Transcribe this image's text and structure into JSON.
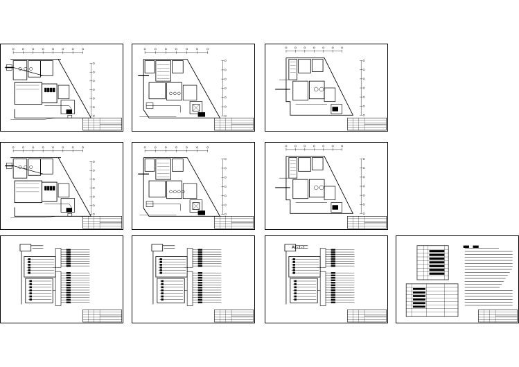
{
  "sheets": [
    {
      "id": "plan-1",
      "kind": "floor-plan",
      "label": ""
    },
    {
      "id": "plan-2",
      "kind": "floor-plan",
      "label": ""
    },
    {
      "id": "plan-3",
      "kind": "floor-plan",
      "label": ""
    },
    {
      "id": "plan-4",
      "kind": "floor-plan",
      "label": ""
    },
    {
      "id": "plan-5",
      "kind": "floor-plan",
      "label": ""
    },
    {
      "id": "plan-6",
      "kind": "floor-plan",
      "label": ""
    },
    {
      "id": "schematic-1",
      "kind": "schematic",
      "label": ""
    },
    {
      "id": "schematic-2",
      "kind": "schematic",
      "label": ""
    },
    {
      "id": "schematic-3",
      "kind": "schematic",
      "label": "AL-1-1"
    },
    {
      "id": "legend",
      "kind": "legend-table",
      "label": ""
    }
  ],
  "colors": {
    "line": "#000000",
    "paper": "#ffffff"
  }
}
